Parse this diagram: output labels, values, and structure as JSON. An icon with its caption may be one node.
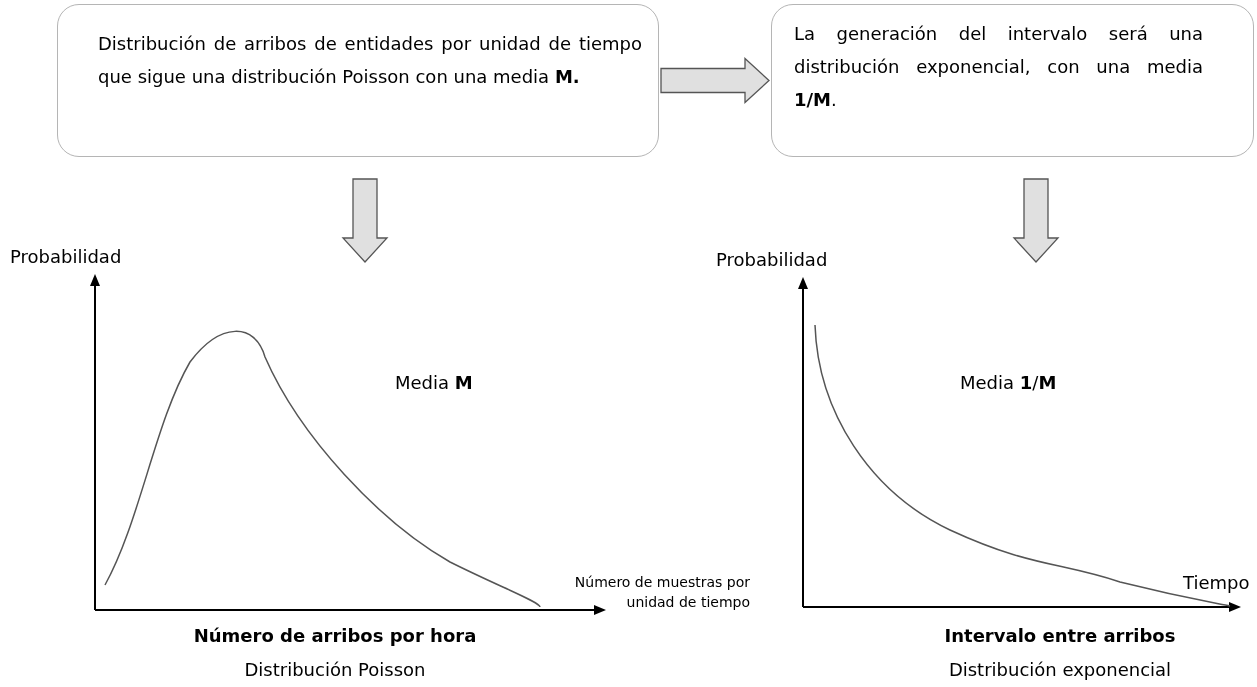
{
  "diagram": {
    "nodes": [
      {
        "text": [
          "Distribución de arribos de entidades por unidad de tiempo que sigue una distribución Poisson con una media **M.**"
        ]
      },
      {
        "text": [
          "La generación del intervalo será una distribución exponencial, con una media **1/M**."
        ]
      },
      {
        "text": [],
        "shape": "picture",
        "beside": [
          "Número de arribos por hora",
          "Distribución Poisson"
        ]
      },
      {
        "text": [],
        "shape": "picture",
        "beside": [
          "Intervalo entre arribos",
          "Distribución exponencial"
        ]
      }
    ],
    "edges": [
      {
        "from": 0,
        "to": 1,
        "arrow": "to"
      },
      {
        "from": 0,
        "to": 2,
        "arrow": "to"
      },
      {
        "from": 1,
        "to": 3,
        "arrow": "to"
      }
    ],
    "labels": [
      "Probabilidad",
      "Probabilidad",
      "Media **M**",
      "Media **1**/**M**",
      "Número de muestras por unidad de tiempo",
      "Tiempo"
    ]
  }
}
